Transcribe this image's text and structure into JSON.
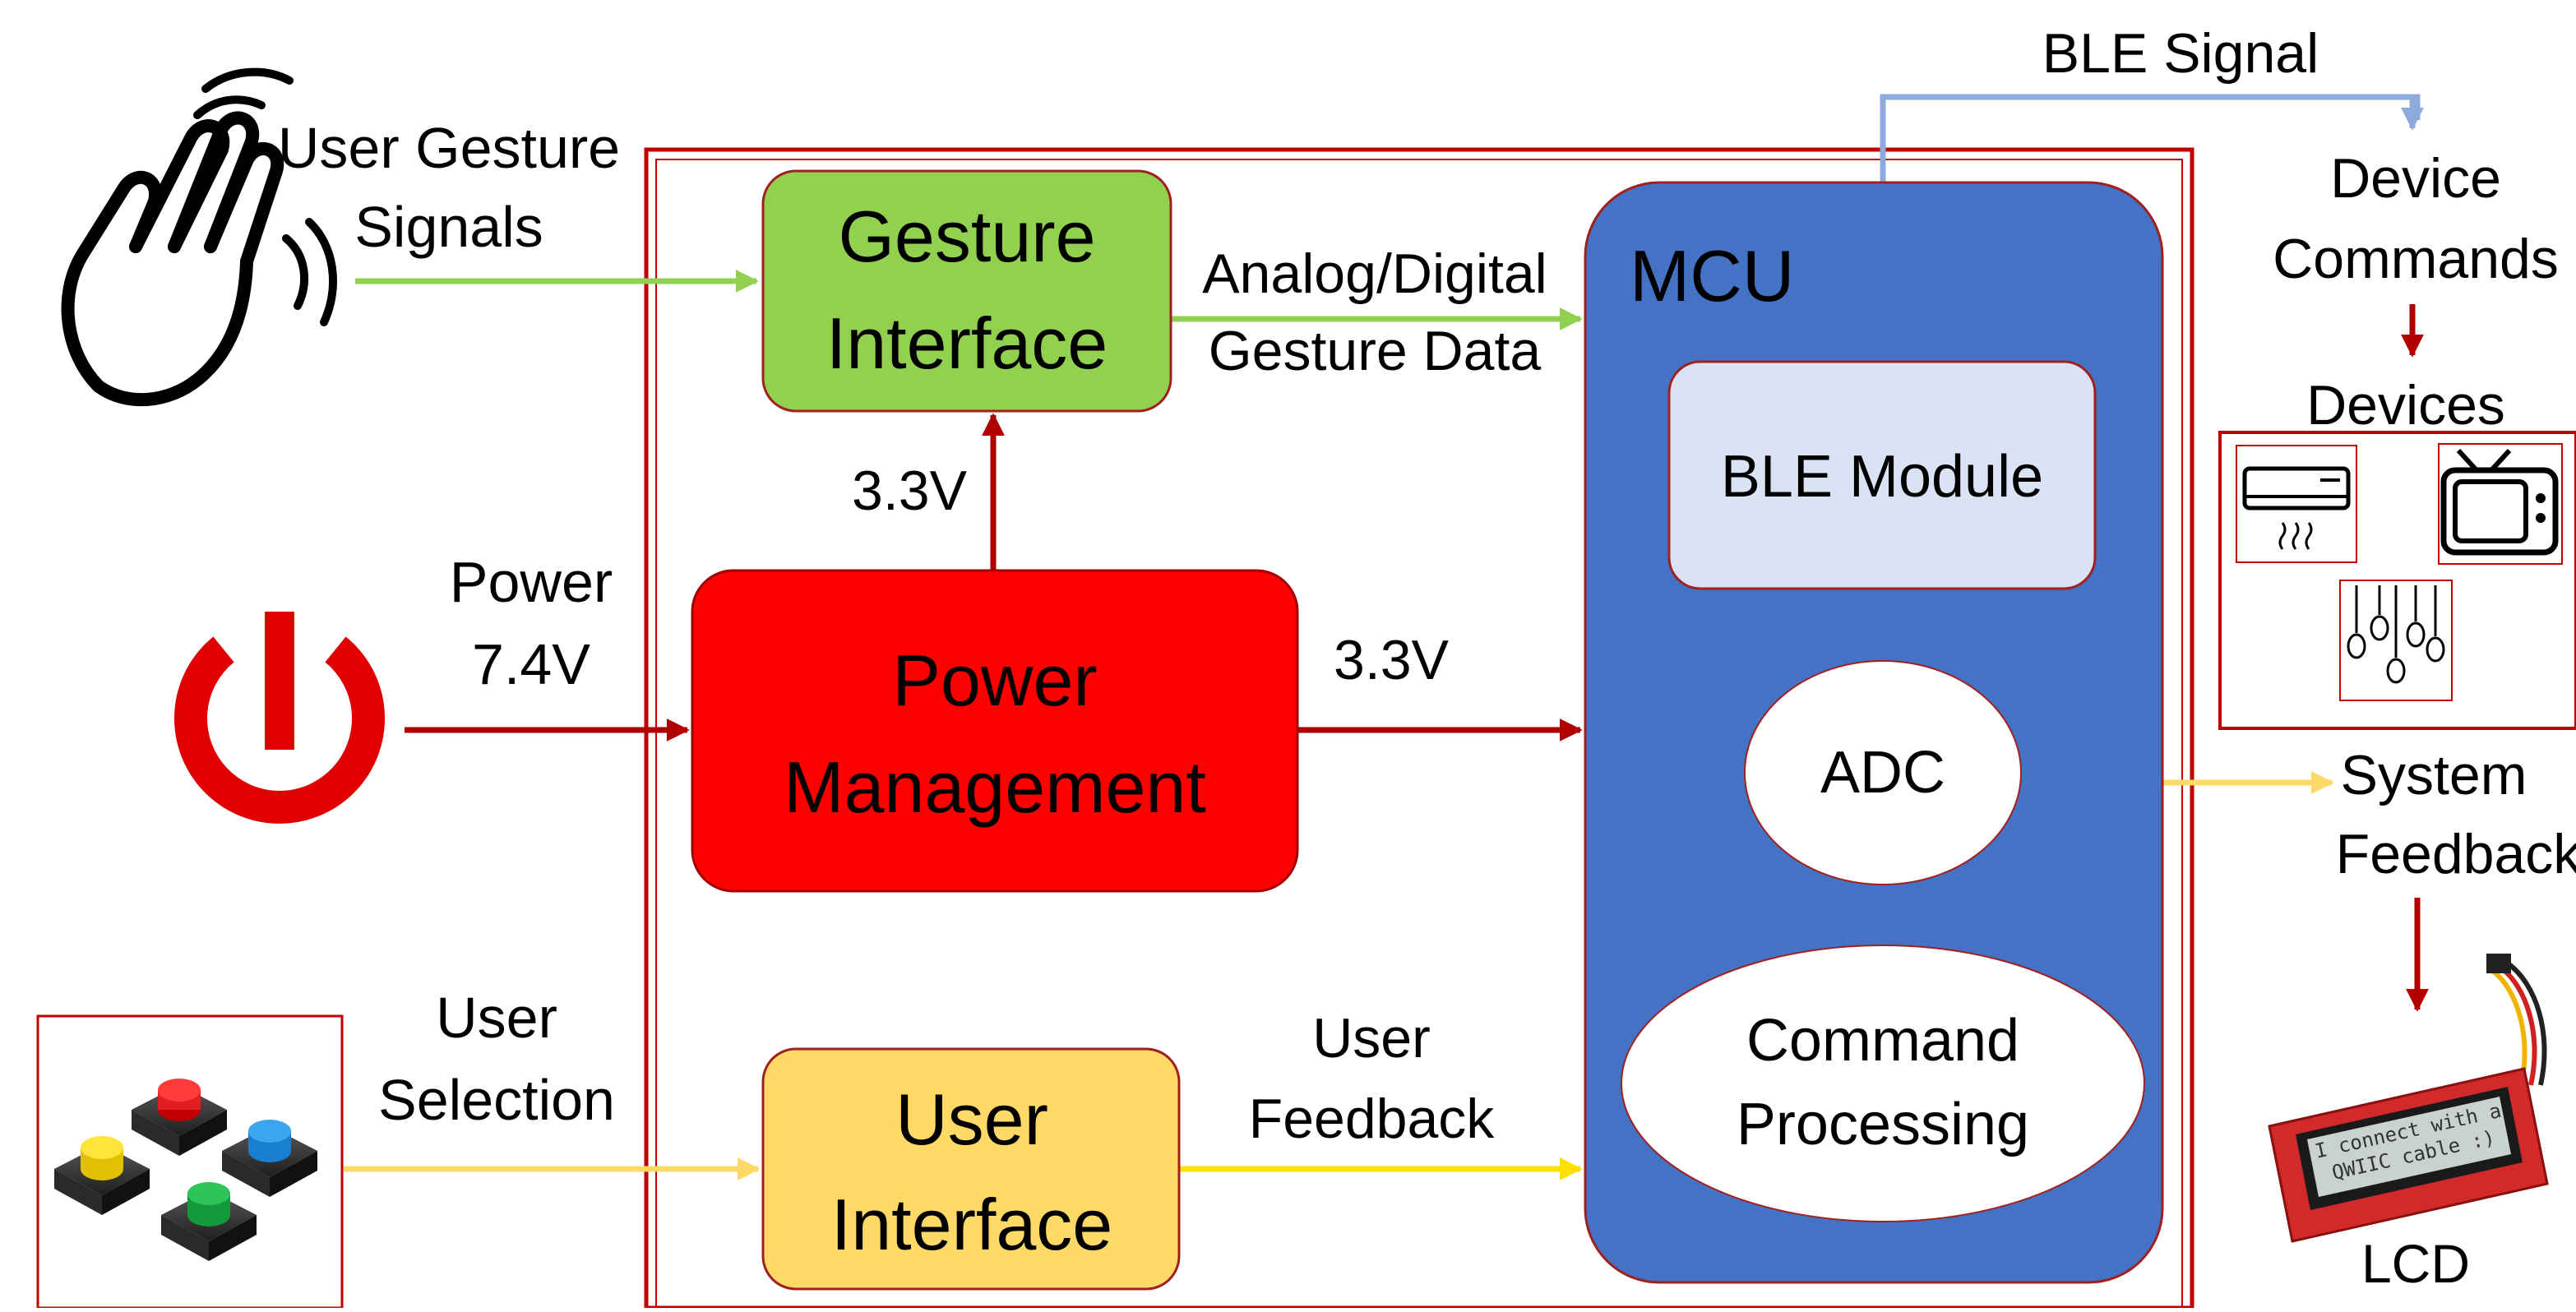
{
  "colors": {
    "green": "#92D050",
    "yellow": "#FFD966",
    "red": "#E00000",
    "dark_red": "#B00000",
    "blue_mcu": "#4472C4",
    "light_blue": "#DAE3F3",
    "ble_arrow": "#8EAADB",
    "feedback_yellow": "#FFE000",
    "border_red": "#C00000"
  },
  "blocks": {
    "gesture_interface": [
      "Gesture",
      "Interface"
    ],
    "power_management": [
      "Power",
      "Management"
    ],
    "user_interface": [
      "User",
      "Interface"
    ],
    "mcu": "MCU",
    "ble_module": "BLE Module",
    "adc": "ADC",
    "command_processing": [
      "Command",
      "Processing"
    ]
  },
  "labels": {
    "user_gesture_signals": [
      "User Gesture",
      "Signals"
    ],
    "analog_digital_gesture_data": [
      "Analog/Digital",
      "Gesture Data"
    ],
    "voltage_gesture": "3.3V",
    "power_input": [
      "Power",
      "7.4V"
    ],
    "voltage_mcu": "3.3V",
    "user_selection": [
      "User",
      "Selection"
    ],
    "user_feedback": [
      "User",
      "Feedback"
    ],
    "ble_signal": "BLE Signal",
    "device_commands": [
      "Device",
      "Commands"
    ],
    "devices": "Devices",
    "system_feedback": [
      "System",
      "Feedback"
    ],
    "lcd": "LCD",
    "lcd_screen_text": [
      "I connect with a",
      "QWIIC cable :)"
    ]
  },
  "icons": {
    "hand": "waving-hand-icon",
    "power": "power-icon",
    "buttons": "push-buttons-image",
    "air_conditioner": "air-conditioner-icon",
    "tv": "tv-icon",
    "bulbs": "light-bulbs-icon",
    "lcd": "lcd-module-image"
  }
}
